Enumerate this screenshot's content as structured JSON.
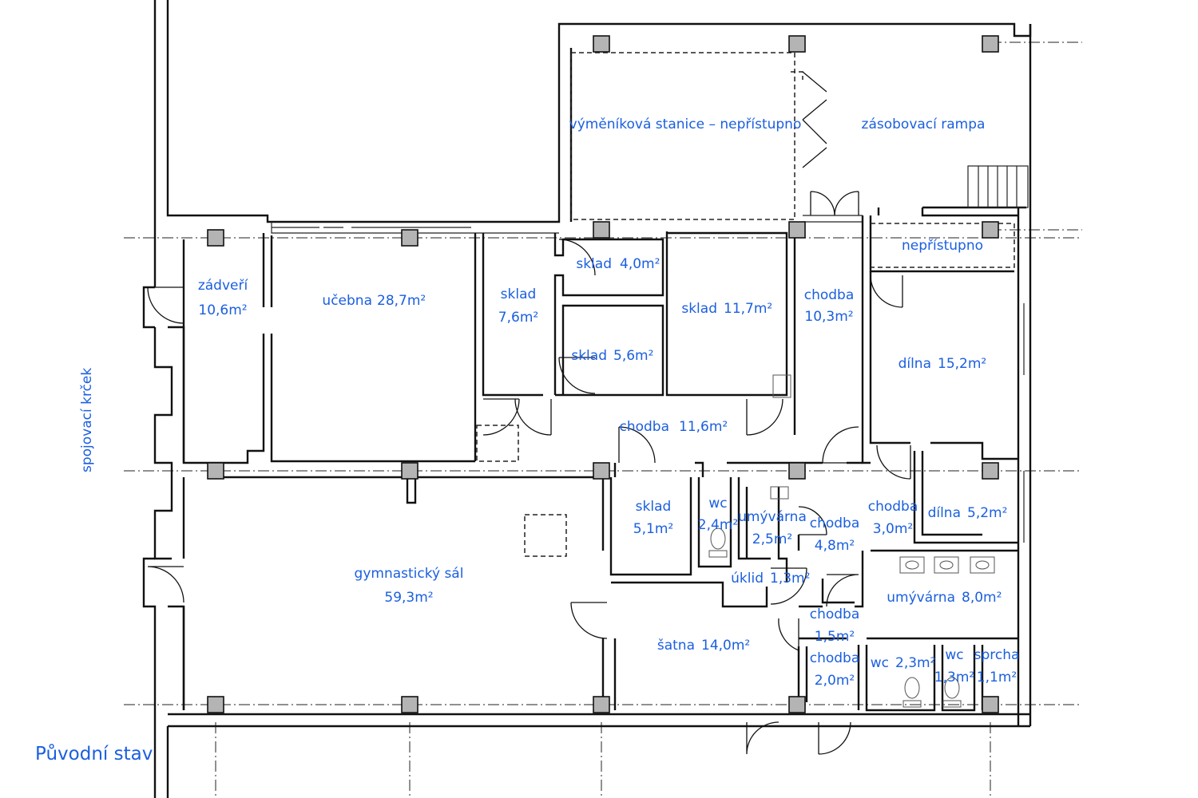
{
  "title": "Původní stav",
  "side_label": "spojovací krček",
  "rooms": [
    {
      "id": "vymenikova",
      "name": "výměníková stanice – nepřístupno",
      "area": ""
    },
    {
      "id": "rampa",
      "name": "zásobovací rampa",
      "area": ""
    },
    {
      "id": "neprist",
      "name": "nepřístupno",
      "area": ""
    },
    {
      "id": "zadveri",
      "name": "zádveří",
      "area": "10,6m²"
    },
    {
      "id": "ucebna",
      "name": "učebna",
      "area": "28,7m²"
    },
    {
      "id": "sklad76",
      "name": "sklad",
      "area": "7,6m²"
    },
    {
      "id": "sklad40",
      "name": "sklad",
      "area": "4,0m²"
    },
    {
      "id": "sklad56",
      "name": "sklad",
      "area": "5,6m²"
    },
    {
      "id": "sklad117",
      "name": "sklad",
      "area": "11,7m²"
    },
    {
      "id": "chodba103",
      "name": "chodba",
      "area": "10,3m²"
    },
    {
      "id": "dilna152",
      "name": "dílna",
      "area": "15,2m²"
    },
    {
      "id": "chodba116",
      "name": "chodba",
      "area": "11,6m²"
    },
    {
      "id": "gym",
      "name": "gymnastický sál",
      "area": "59,3m²"
    },
    {
      "id": "sklad51",
      "name": "sklad",
      "area": "5,1m²"
    },
    {
      "id": "wc24",
      "name": "wc",
      "area": "2,4m²"
    },
    {
      "id": "umyv25",
      "name": "umývárna",
      "area": "2,5m²"
    },
    {
      "id": "chodba48",
      "name": "chodba",
      "area": "4,8m²"
    },
    {
      "id": "chodba30",
      "name": "chodba",
      "area": "3,0m²"
    },
    {
      "id": "dilna52",
      "name": "dílna",
      "area": "5,2m²"
    },
    {
      "id": "uklid",
      "name": "úklid",
      "area": "1,3m²"
    },
    {
      "id": "umyv80",
      "name": "umývárna",
      "area": "8,0m²"
    },
    {
      "id": "chodba15",
      "name": "chodba",
      "area": "1,5m²"
    },
    {
      "id": "satna",
      "name": "šatna",
      "area": "14,0m²"
    },
    {
      "id": "chodba20",
      "name": "chodba",
      "area": "2,0m²"
    },
    {
      "id": "wc23",
      "name": "wc",
      "area": "2,3m²"
    },
    {
      "id": "wc13",
      "name": "wc",
      "area": "1,3m²"
    },
    {
      "id": "sprcha",
      "name": "sprcha",
      "area": "1,1m²"
    }
  ]
}
